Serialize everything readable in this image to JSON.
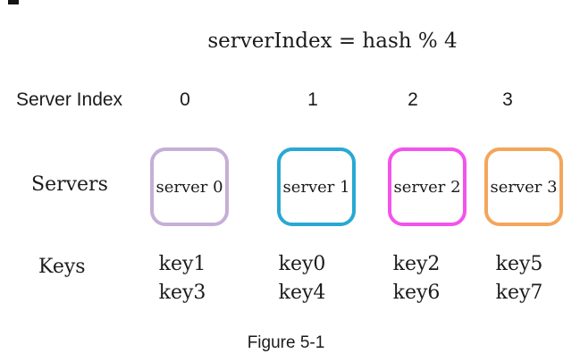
{
  "title": "serverIndex = hash % 4",
  "server_index_row": {
    "label": "Server Index",
    "values": [
      "0",
      "1",
      "2",
      "3"
    ]
  },
  "servers_row": {
    "label": "Servers",
    "boxes": [
      {
        "label": "server 0",
        "border_color": "#c5afd6"
      },
      {
        "label": "server 1",
        "border_color": "#29a8d3"
      },
      {
        "label": "server 2",
        "border_color": "#f353ec"
      },
      {
        "label": "server 3",
        "border_color": "#f3a65b"
      }
    ]
  },
  "keys_row": {
    "label": "Keys",
    "columns": [
      {
        "keys": [
          "key1",
          "key3"
        ]
      },
      {
        "keys": [
          "key0",
          "key4"
        ]
      },
      {
        "keys": [
          "key2",
          "key6"
        ]
      },
      {
        "keys": [
          "key5",
          "key7"
        ]
      }
    ]
  },
  "caption": "Figure 5-1",
  "colors": {
    "text": "#1c1c1c",
    "background": "#ffffff"
  }
}
